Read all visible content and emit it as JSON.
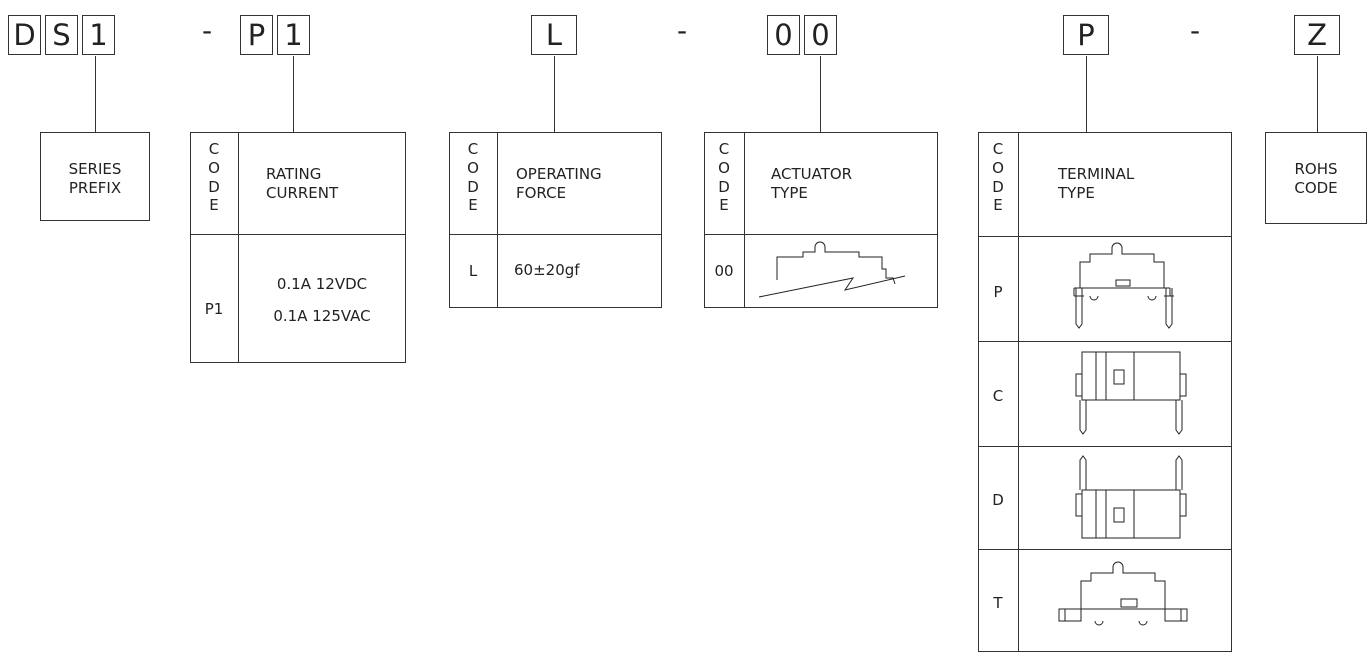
{
  "part_number": {
    "chars": [
      "D",
      "S",
      "1",
      "P",
      "1",
      "L",
      "0",
      "0",
      "P",
      "Z"
    ],
    "separators": [
      "-",
      "-",
      "-"
    ]
  },
  "series_prefix": {
    "label_1": "SERIES",
    "label_2": "PREFIX"
  },
  "code_header": {
    "c1": "C",
    "c2": "O",
    "c3": "D",
    "c4": "E"
  },
  "rating_current": {
    "header_1": "RATING",
    "header_2": "CURRENT",
    "code": "P1",
    "values": [
      "0.1A 12VDC",
      "0.1A 125VAC"
    ]
  },
  "operating_force": {
    "header_1": "OPERATING",
    "header_2": "FORCE",
    "code": "L",
    "value": "60±20gf"
  },
  "actuator_type": {
    "header_1": "ACTUATOR",
    "header_2": "TYPE",
    "code": "00"
  },
  "terminal_type": {
    "header_1": "TERMINAL",
    "header_2": "TYPE",
    "codes": [
      "P",
      "C",
      "D",
      "T"
    ]
  },
  "rohs": {
    "label_1": "ROHS",
    "label_2": "CODE"
  }
}
